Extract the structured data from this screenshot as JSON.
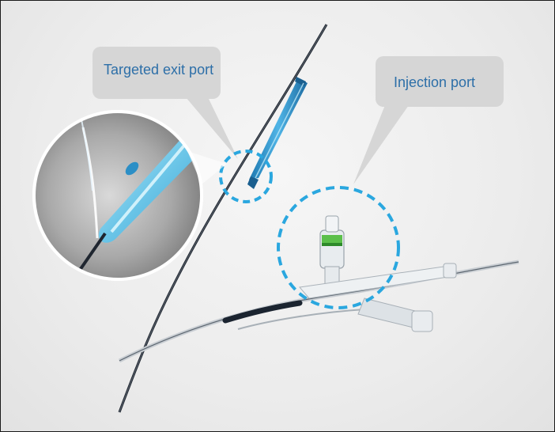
{
  "callouts": {
    "exit_port_label": "Targeted exit port",
    "injection_port_label": "Injection port"
  },
  "colors": {
    "label_text": "#2d6fa8",
    "bubble_fill": "#d6d6d6",
    "highlight_circle": "#2aa7df",
    "balloon_blue": "#2b8fc9",
    "catheter_dark": "#1f2630",
    "background": "#ececec",
    "frame_border": "#1a1a1a"
  },
  "icons": {
    "exit_port_marker": "dashed-circle",
    "injection_port_marker": "dashed-circle"
  }
}
